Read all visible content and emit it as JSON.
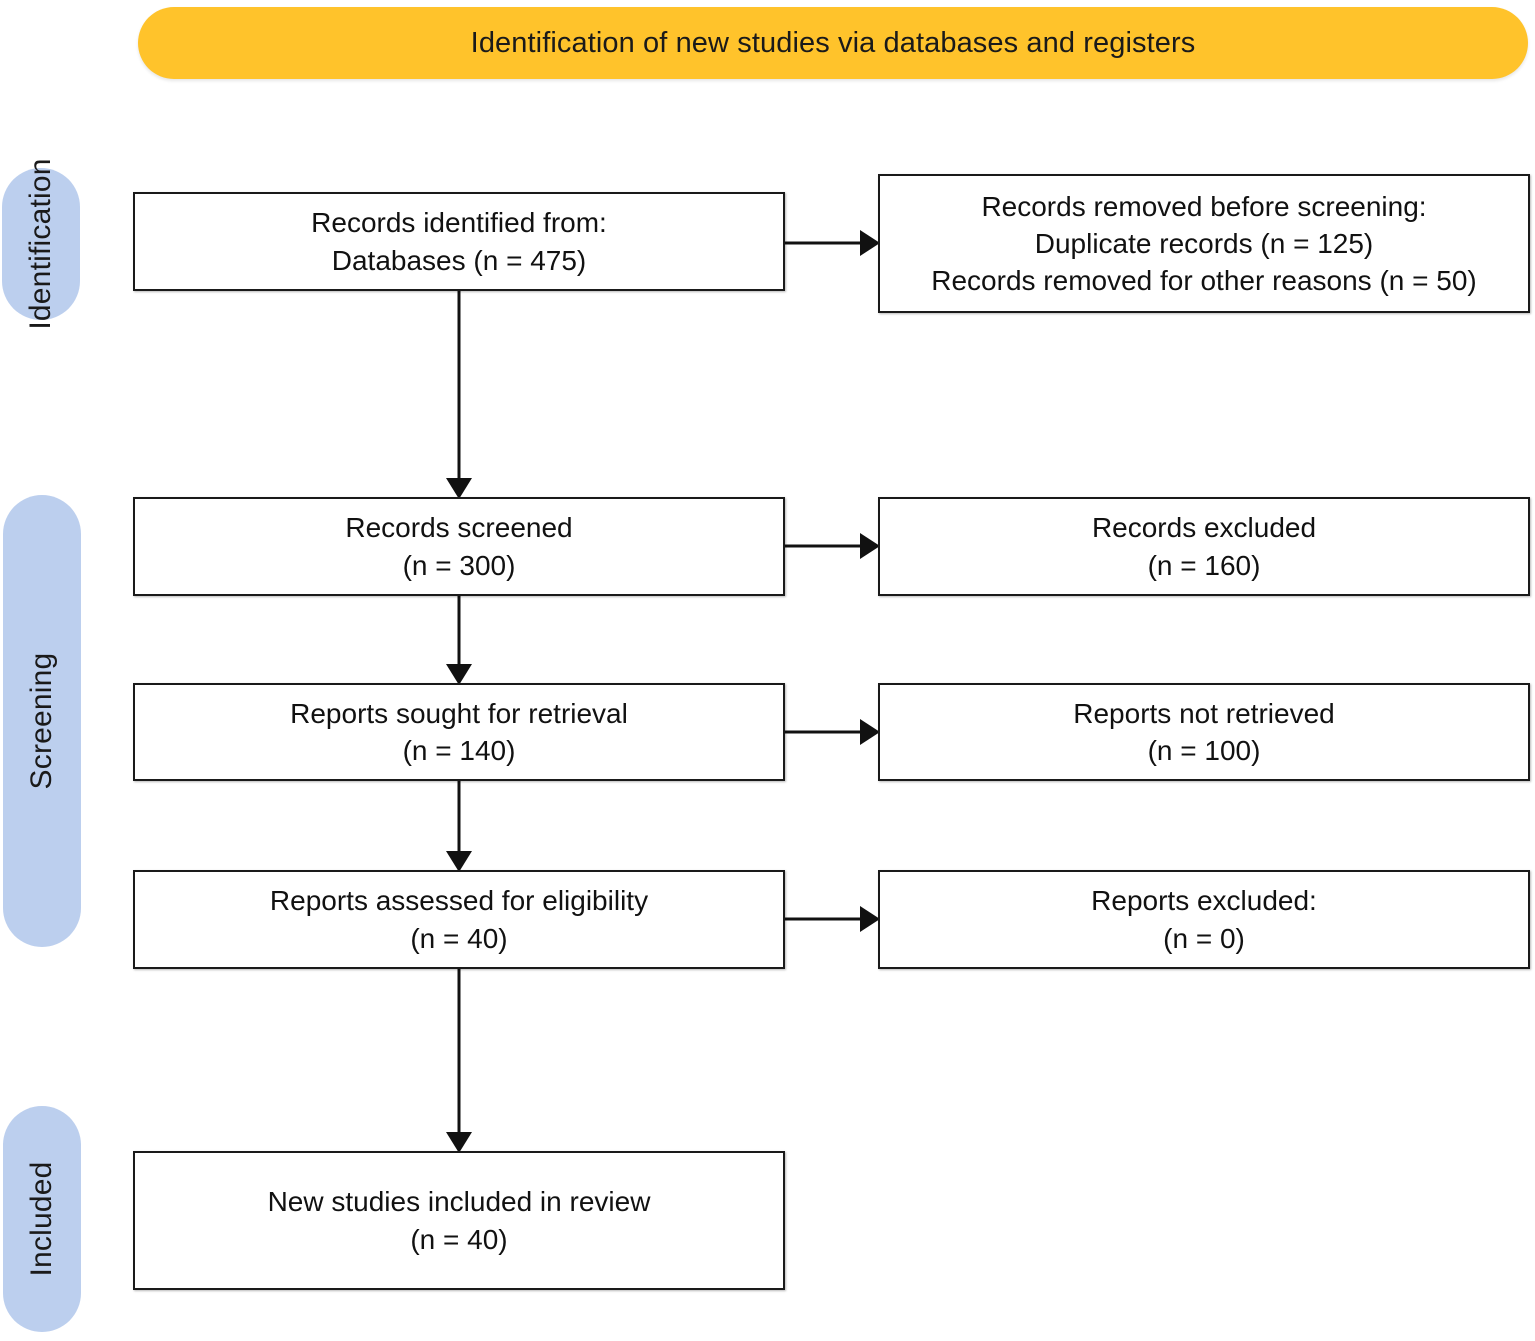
{
  "header": {
    "title": "Identification of new studies via databases and registers",
    "background_color": "#FFC32B"
  },
  "stages": {
    "pill_color": "#BCCFEE",
    "items": [
      {
        "id": "identification",
        "label": "Identification"
      },
      {
        "id": "screening",
        "label": "Screening"
      },
      {
        "id": "included",
        "label": "Included"
      }
    ]
  },
  "chart_data": {
    "type": "diagram",
    "title": "Identification of new studies via databases and registers",
    "diagram_kind": "PRISMA 2020 flow diagram",
    "stages": [
      "Identification",
      "Screening",
      "Included"
    ],
    "nodes": [
      {
        "id": "records-identified",
        "column": "left",
        "stage": "Identification",
        "lines": [
          "Records identified from:",
          "Databases (n = 475)"
        ],
        "n": 475
      },
      {
        "id": "records-removed",
        "column": "right",
        "stage": "Identification",
        "lines": [
          "Records removed before screening:",
          "Duplicate records (n = 125)",
          "Records removed for other reasons (n = 50)"
        ],
        "n_duplicates": 125,
        "n_other_reasons": 50
      },
      {
        "id": "records-screened",
        "column": "left",
        "stage": "Screening",
        "lines": [
          "Records screened",
          "(n = 300)"
        ],
        "n": 300
      },
      {
        "id": "records-excluded",
        "column": "right",
        "stage": "Screening",
        "lines": [
          "Records excluded",
          "(n = 160)"
        ],
        "n": 160
      },
      {
        "id": "reports-sought",
        "column": "left",
        "stage": "Screening",
        "lines": [
          "Reports sought for retrieval",
          "(n = 140)"
        ],
        "n": 140
      },
      {
        "id": "reports-not-retrieved",
        "column": "right",
        "stage": "Screening",
        "lines": [
          "Reports not retrieved",
          "(n = 100)"
        ],
        "n": 100
      },
      {
        "id": "reports-assessed",
        "column": "left",
        "stage": "Screening",
        "lines": [
          "Reports assessed for eligibility",
          "(n = 40)"
        ],
        "n": 40
      },
      {
        "id": "reports-excluded",
        "column": "right",
        "stage": "Screening",
        "lines": [
          "Reports excluded:",
          "(n = 0)"
        ],
        "n": 0
      },
      {
        "id": "new-studies",
        "column": "left",
        "stage": "Included",
        "lines": [
          "New studies included in review",
          "(n = 40)"
        ],
        "n": 40
      }
    ],
    "edges": [
      {
        "from": "records-identified",
        "to": "records-removed",
        "direction": "right"
      },
      {
        "from": "records-identified",
        "to": "records-screened",
        "direction": "down"
      },
      {
        "from": "records-screened",
        "to": "records-excluded",
        "direction": "right"
      },
      {
        "from": "records-screened",
        "to": "reports-sought",
        "direction": "down"
      },
      {
        "from": "reports-sought",
        "to": "reports-not-retrieved",
        "direction": "right"
      },
      {
        "from": "reports-sought",
        "to": "reports-assessed",
        "direction": "down"
      },
      {
        "from": "reports-assessed",
        "to": "reports-excluded",
        "direction": "right"
      },
      {
        "from": "reports-assessed",
        "to": "new-studies",
        "direction": "down"
      }
    ]
  },
  "boxes": {
    "records_identified": {
      "line1": "Records identified from:",
      "line2": "Databases (n = 475)"
    },
    "records_removed": {
      "line1": "Records removed before screening:",
      "line2": "Duplicate records (n = 125)",
      "line3": "Records removed for other reasons (n = 50)"
    },
    "records_screened": {
      "line1": "Records screened",
      "line2": "(n = 300)"
    },
    "records_excluded": {
      "line1": "Records excluded",
      "line2": "(n = 160)"
    },
    "reports_sought": {
      "line1": "Reports sought for retrieval",
      "line2": "(n = 140)"
    },
    "reports_not_retrieved": {
      "line1": "Reports not retrieved",
      "line2": "(n = 100)"
    },
    "reports_assessed": {
      "line1": "Reports assessed for eligibility",
      "line2": "(n = 40)"
    },
    "reports_excluded": {
      "line1": "Reports excluded:",
      "line2": "(n = 0)"
    },
    "new_studies": {
      "line1": "New studies included in review",
      "line2": "(n = 40)"
    }
  }
}
